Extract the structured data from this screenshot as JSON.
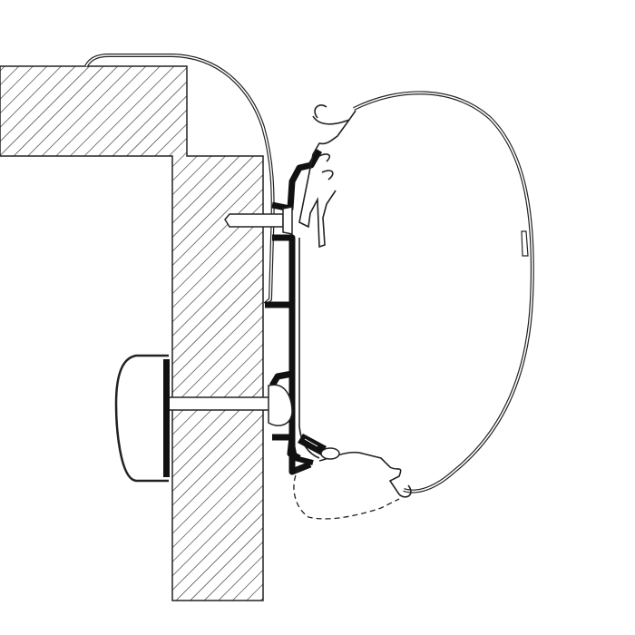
{
  "diagram": {
    "colors": {
      "line": "#222222",
      "fill_black": "#111111",
      "background": "#ffffff"
    },
    "parts": [
      "wall-section",
      "roof-cap",
      "adapter-rail",
      "awning-casing",
      "awning-rail",
      "bolt",
      "screw",
      "knob",
      "dashed-outline"
    ]
  }
}
